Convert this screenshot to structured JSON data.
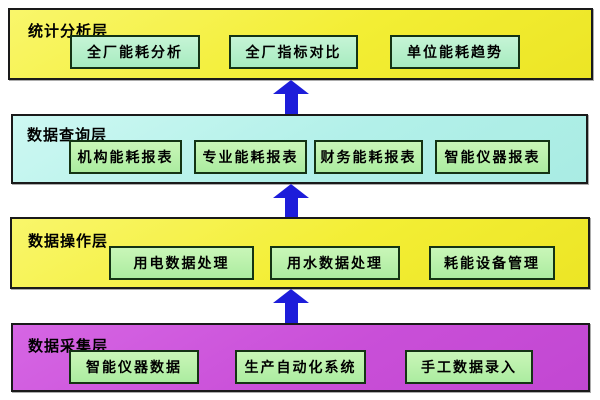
{
  "diagram": {
    "arrow": {
      "name": "up-arrow-icon",
      "direction": "up",
      "color": "#1d1dda",
      "count": 3
    },
    "colors": {
      "yellow_layer": "#f3ee34",
      "cyan_layer": "#b2f0e9",
      "magenta_layer": "#c94fd8",
      "green_node": "#b7efae",
      "layer_border": "#1a1a1a",
      "node_border": "#143314",
      "text": "#000000"
    },
    "layers": [
      {
        "id": "stats-analysis",
        "title": "统计分析层",
        "bg": "#f3ee34",
        "boxes": [
          "全厂能耗分析",
          "全厂指标对比",
          "单位能耗趋势"
        ]
      },
      {
        "id": "data-query",
        "title": "数据查询层",
        "bg": "#b2f0e9",
        "boxes": [
          "机构能耗报表",
          "专业能耗报表",
          "财务能耗报表",
          "智能仪器报表"
        ]
      },
      {
        "id": "data-operation",
        "title": "数据操作层",
        "bg": "#f3ee34",
        "boxes": [
          "用电数据处理",
          "用水数据处理",
          "耗能设备管理"
        ]
      },
      {
        "id": "data-collection",
        "title": "数据采集层",
        "bg": "#c94fd8",
        "boxes": [
          "智能仪器数据",
          "生产自动化系统",
          "手工数据录入"
        ]
      }
    ]
  }
}
